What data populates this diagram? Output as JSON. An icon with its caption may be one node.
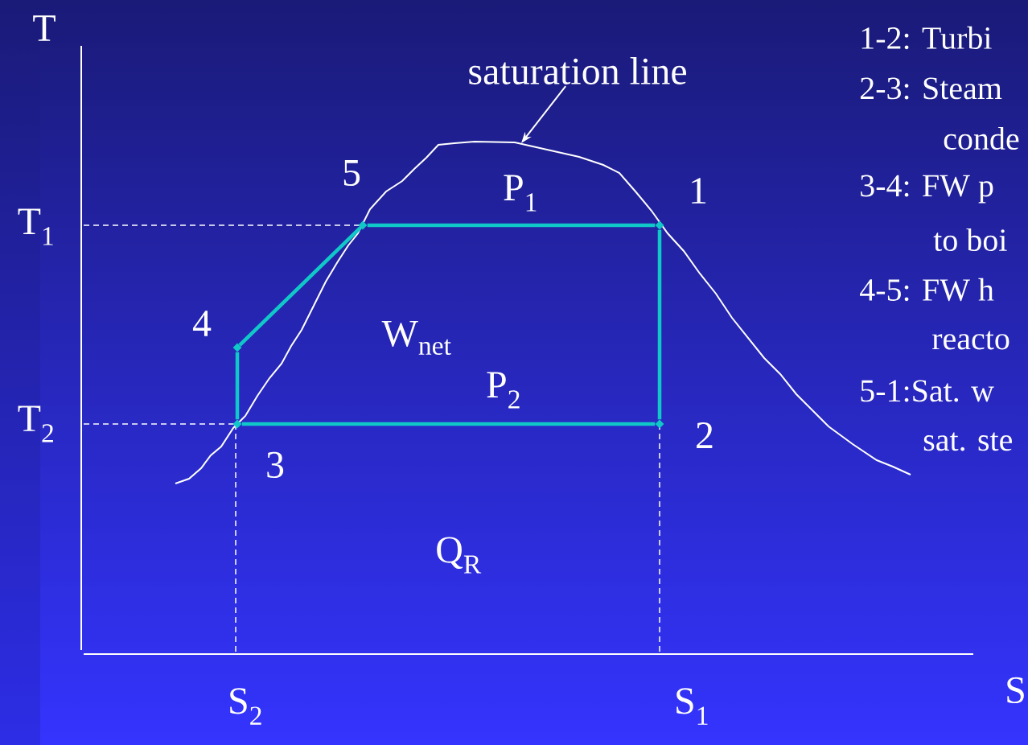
{
  "diagram": {
    "nodes": [
      {
        "text": [
          "saturation line"
        ]
      },
      {
        "text": [],
        "shape": "diamond",
        "beside": [
          "1"
        ]
      },
      {
        "text": [],
        "shape": "diamond",
        "beside": [
          "2"
        ]
      },
      {
        "text": [],
        "shape": "diamond",
        "beside": [
          "3"
        ]
      },
      {
        "text": [],
        "shape": "diamond",
        "beside": [
          "4"
        ]
      },
      {
        "text": [],
        "shape": "diamond",
        "beside": [
          "5"
        ]
      }
    ],
    "edges": [
      {
        "from": 1,
        "to": 2,
        "arrow": "none"
      },
      {
        "from": 2,
        "to": 3,
        "arrow": "none"
      },
      {
        "from": 3,
        "to": 4,
        "arrow": "none"
      },
      {
        "from": 4,
        "to": 5,
        "arrow": "none"
      },
      {
        "from": 5,
        "to": 1,
        "arrow": "none"
      },
      {
        "from": 0,
        "to": null,
        "arrow": "to",
        "color": "#ffffff"
      }
    ],
    "labels": [
      "T",
      "T$_{1}$",
      "T$_{2}$",
      "P$_{1}$",
      "W$_{net}$",
      "P$_{2}$",
      "Q$_{R}$",
      "S$_{2}$",
      "S$_{1}$",
      "S",
      "1-2: Turbi",
      "2-3: Steam",
      "conde",
      "3-4: FW p",
      "to boi",
      "4-5: FW h",
      "reacto",
      "5-1:Sat. w",
      "sat. ste"
    ]
  }
}
